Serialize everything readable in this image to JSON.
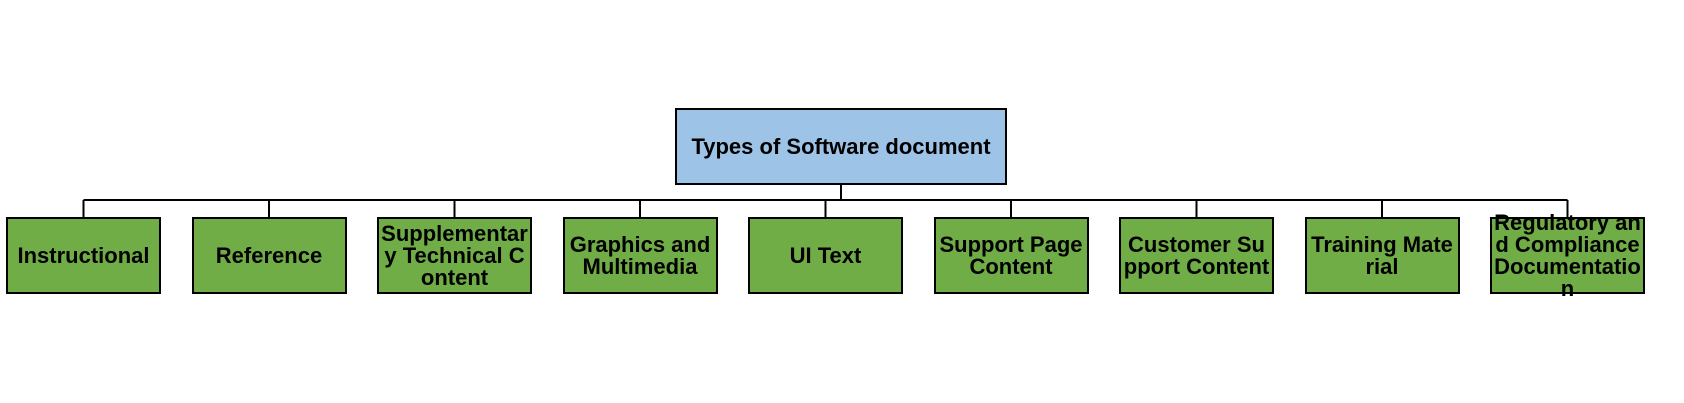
{
  "diagram": {
    "root": {
      "label": "Types of Software document",
      "fill": "#9DC3E6"
    },
    "child_fill": "#70AD47",
    "line_color": "#000000",
    "children": [
      "Instructional",
      "Reference",
      "Supplementary Technical Content",
      "Graphics and Multimedia",
      "UI Text",
      "Support Page Content",
      "Customer Support Content",
      "Training Material",
      "Regulatory and Compliance Documentation"
    ]
  }
}
